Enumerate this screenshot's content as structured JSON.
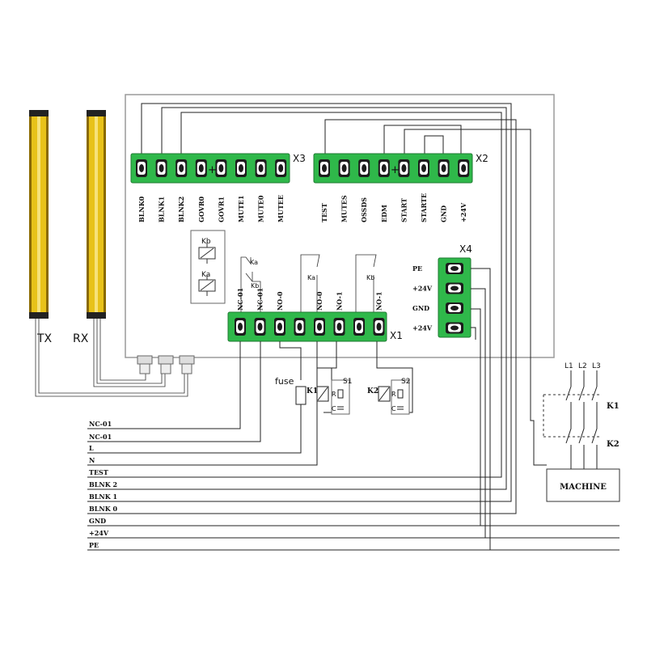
{
  "colors": {
    "terminal_green": "#2fb84a",
    "terminal_dark": "#1f7a32",
    "bar_yellow": "#e8c21a",
    "bar_dark": "#8a6a00",
    "enclosure_border": "#9a9a9a",
    "wire": "#222222"
  },
  "light_curtain": {
    "tx_label": "TX",
    "rx_label": "RX"
  },
  "x3": {
    "label": "X3",
    "plus": "+",
    "pins": [
      "BLNK0",
      "BLNK1",
      "BLNK2",
      "GOVR0",
      "GOVR1",
      "MUTE1",
      "MUTE0",
      "MUTEE"
    ]
  },
  "x2": {
    "label": "X2",
    "plus": "+",
    "pins": [
      "TEST",
      "MUTES",
      "OSSDS",
      "EDM",
      "START",
      "STARTE",
      "GND",
      "+24V"
    ]
  },
  "x1": {
    "label": "X1",
    "pins": [
      "NC-01",
      "NC-01",
      "NO-0",
      "NO-0",
      "NO-1",
      "NO-1"
    ]
  },
  "x4": {
    "label": "X4",
    "pins": [
      "PE",
      "+24V",
      "GND",
      "+24V"
    ]
  },
  "relays": {
    "kb_label": "Kb",
    "ka_label": "Ka",
    "ka_contact": "Ka",
    "kb_contact": "Kb",
    "nc_ka": "Ka",
    "nc_kb": "Kb"
  },
  "external": {
    "fuse_label": "fuse",
    "k1_label": "K1",
    "k2_label": "K2",
    "s1_label": "S1",
    "s2_label": "S2",
    "r_label": "R",
    "c_label": "C"
  },
  "bottom_wires": [
    "NC-01",
    "NC-01",
    "L",
    "N",
    "TEST",
    "BLNK 2",
    "BLNK 1",
    "BLNK 0",
    "GND",
    "+24V",
    "PE"
  ],
  "three_phase": {
    "phases": [
      "L1",
      "L2",
      "L3"
    ],
    "k1": "K1",
    "k2": "K2",
    "machine": "MACHINE"
  }
}
